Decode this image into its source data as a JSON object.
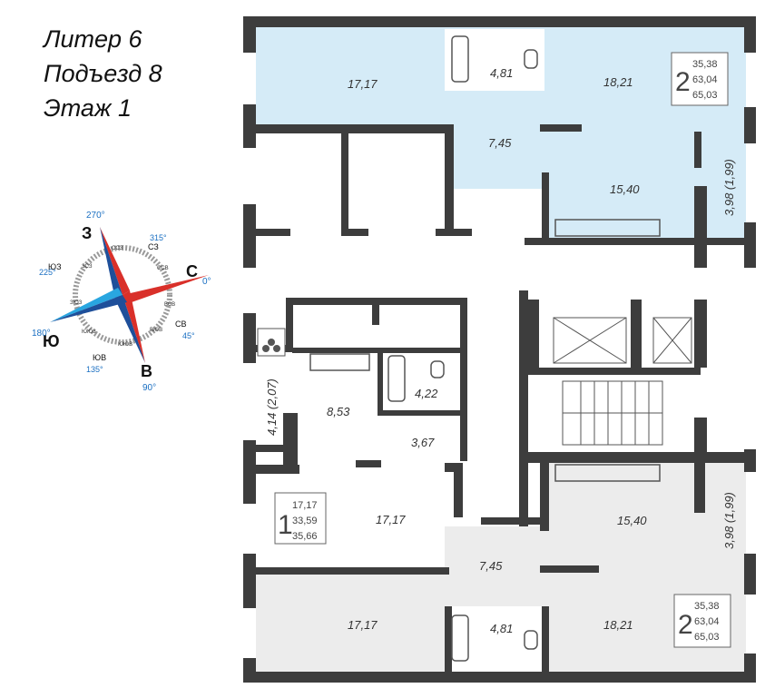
{
  "header": {
    "liter": "Литер 6",
    "entrance": "Подъезд 8",
    "floor": "Этаж 1"
  },
  "colors": {
    "highlight_apartment": "#d5ebf7",
    "other_apartment": "#ececec",
    "wall": "#3d3d3d"
  },
  "compass": {
    "main": {
      "north": "С",
      "east": "В",
      "south": "Ю",
      "west": "З"
    },
    "degrees": {
      "north": "0°",
      "northeast": "45°",
      "east": "90°",
      "southeast": "135°",
      "south": "180°",
      "southwest": "225°",
      "west": "270°",
      "northwest": "315°"
    },
    "inter": {
      "ne": "СВ",
      "se": "ЮВ",
      "sw": "ЮЗ",
      "nw": "СЗ"
    },
    "minor": [
      "ССВ",
      "ВСВ",
      "ВЮВ",
      "ЮЮВ",
      "ЮЮЗ",
      "ЗЮЗ",
      "ЗСЗ",
      "ССЗ"
    ]
  },
  "apartments": {
    "top": {
      "rooms": "2",
      "living": "35,38",
      "total": "63,04",
      "total_balcony": "65,03",
      "areas": {
        "room1": "17,17",
        "bath": "4,81",
        "room2": "18,21",
        "hall": "7,45",
        "kitchen": "15,40",
        "balcony": "3,98 (1,99)"
      }
    },
    "left": {
      "rooms": "1",
      "living": "17,17",
      "total": "33,59",
      "total_balcony": "35,66",
      "areas": {
        "kitchen": "8,53",
        "bath": "4,22",
        "hall": "3,67",
        "room": "17,17",
        "balcony": "4,14 (2,07)"
      }
    },
    "bottom": {
      "rooms": "2",
      "living": "35,38",
      "total": "63,04",
      "total_balcony": "65,03",
      "areas": {
        "room1": "17,17",
        "bath": "4,81",
        "room2": "18,21",
        "hall": "7,45",
        "kitchen": "15,40",
        "balcony": "3,98 (1,99)"
      }
    }
  }
}
